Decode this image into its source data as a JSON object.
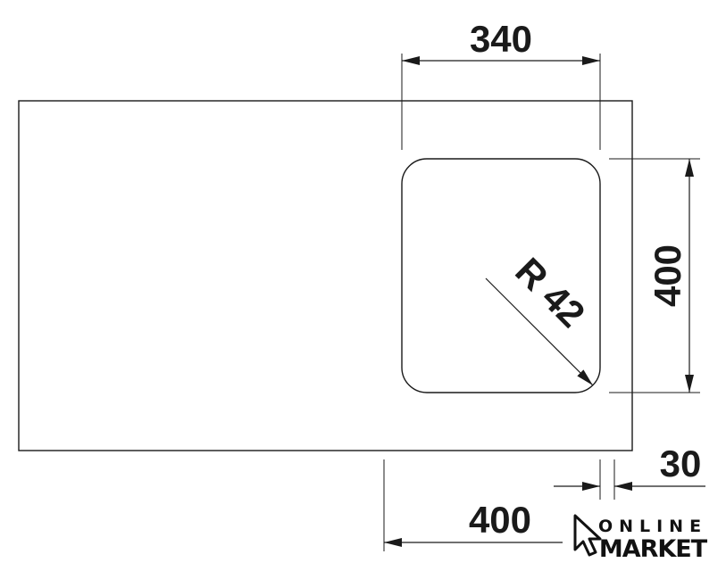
{
  "dimensions": {
    "bowl_width": "340",
    "bowl_depth": "400",
    "corner_radius": "R 42",
    "rim_offset": "30",
    "overall_offset": "400"
  },
  "logo": {
    "line1": "ONLINE",
    "line2": "MARKET",
    "icon": "cursor-arrow-icon"
  },
  "colors": {
    "line": "#1a1a1a",
    "background": "#ffffff"
  }
}
